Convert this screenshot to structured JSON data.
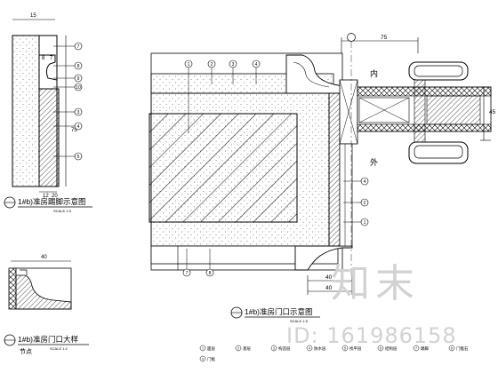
{
  "drawing": {
    "left_section": {
      "title": "1#b)准房踢脚示意图",
      "code": "SCALE 1:5",
      "dims": [
        "15",
        "7",
        "8",
        "12",
        "20",
        "75"
      ],
      "tags": [
        "7",
        "8",
        "9",
        "10",
        "3",
        "4",
        "5"
      ]
    },
    "main_section": {
      "title": "1#b)准房门口示意图",
      "code": "SCALE 1:5",
      "dims": [
        "75",
        "40",
        "40",
        "45"
      ],
      "tags_top": [
        "1",
        "2",
        "3",
        "4"
      ],
      "tags_right": [
        "4",
        "2",
        "1"
      ],
      "tags_bottom": [
        "7",
        "8"
      ],
      "label_inside": "内",
      "label_outside": "外"
    },
    "detail_section": {
      "title": "1#b)准房门口大样",
      "code": "SCALE 1:2",
      "subcaption": "节点",
      "dims": [
        "40"
      ]
    },
    "legend": [
      {
        "tag": "1",
        "text": "面层"
      },
      {
        "tag": "2",
        "text": "基层"
      },
      {
        "tag": "3",
        "text": "构造层"
      },
      {
        "tag": "4",
        "text": "防水层"
      },
      {
        "tag": "5",
        "text": "找平层"
      },
      {
        "tag": "6",
        "text": "结构层"
      },
      {
        "tag": "7",
        "text": "踢脚"
      },
      {
        "tag": "8",
        "text": "门槛石"
      },
      {
        "tag": "9",
        "text": "门框"
      }
    ]
  },
  "watermark": {
    "logo": "知末",
    "id": "ID: 161986158"
  }
}
